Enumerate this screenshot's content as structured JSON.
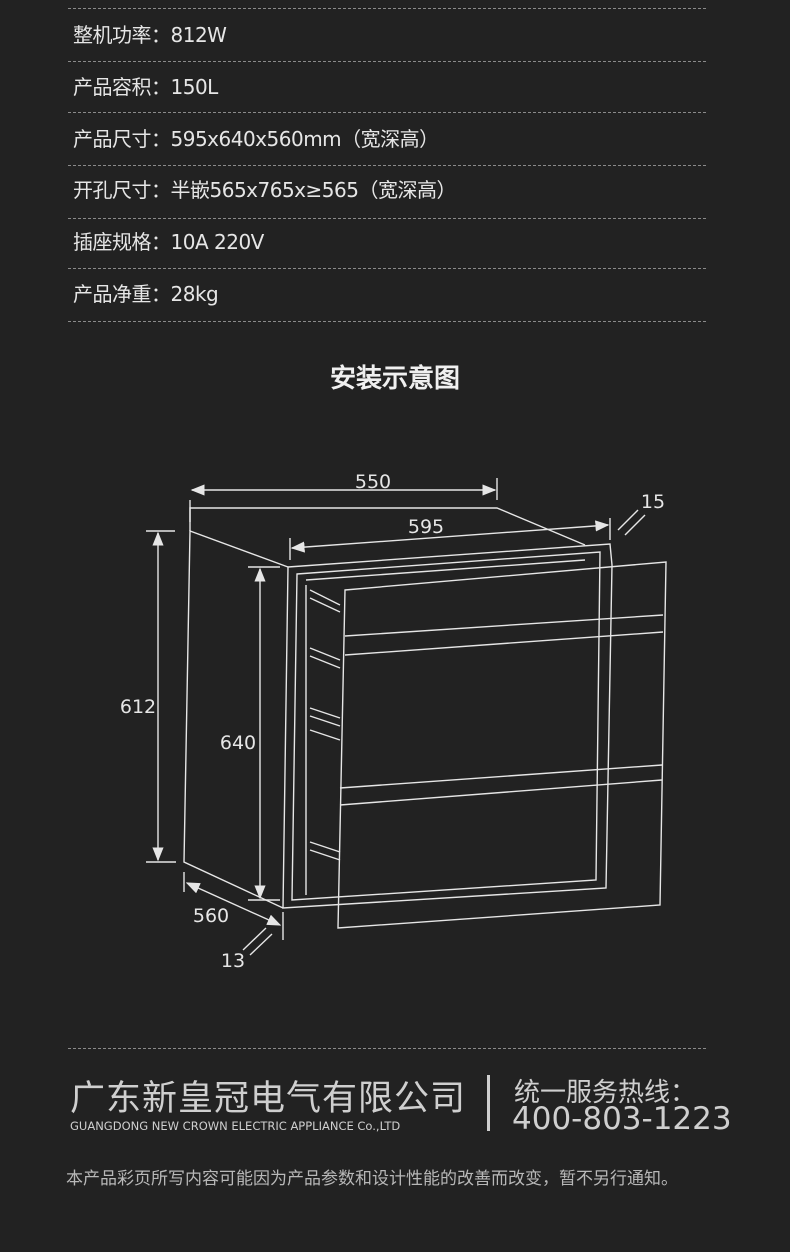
{
  "specs": [
    {
      "label": "整机功率：",
      "value": "812W"
    },
    {
      "label": "产品容积：",
      "value": "150L"
    },
    {
      "label": "产品尺寸：",
      "value": "595x640x560mm（宽深高）"
    },
    {
      "label": "开孔尺寸：",
      "value": "半嵌565x765x≥565（宽深高）"
    },
    {
      "label": "插座规格：",
      "value": "10A 220V"
    },
    {
      "label": "产品净重：",
      "value": "28kg"
    }
  ],
  "diagram": {
    "title": "安装示意图",
    "dims": {
      "d550": "550",
      "d595": "595",
      "d15": "15",
      "d612": "612",
      "d640": "640",
      "d560": "560",
      "d13": "13"
    }
  },
  "footer": {
    "company": "广东新皇冠电气有限公司",
    "company_en": "GUANGDONG NEW CROWN ELECTRIC APPLIANCE Co.,LTD",
    "hotline_label": "统一服务热线：",
    "hotline": "400-803-1223",
    "note": "本产品彩页所写内容可能因为产品参数和设计性能的改善而改变，暂不另行通知。"
  }
}
